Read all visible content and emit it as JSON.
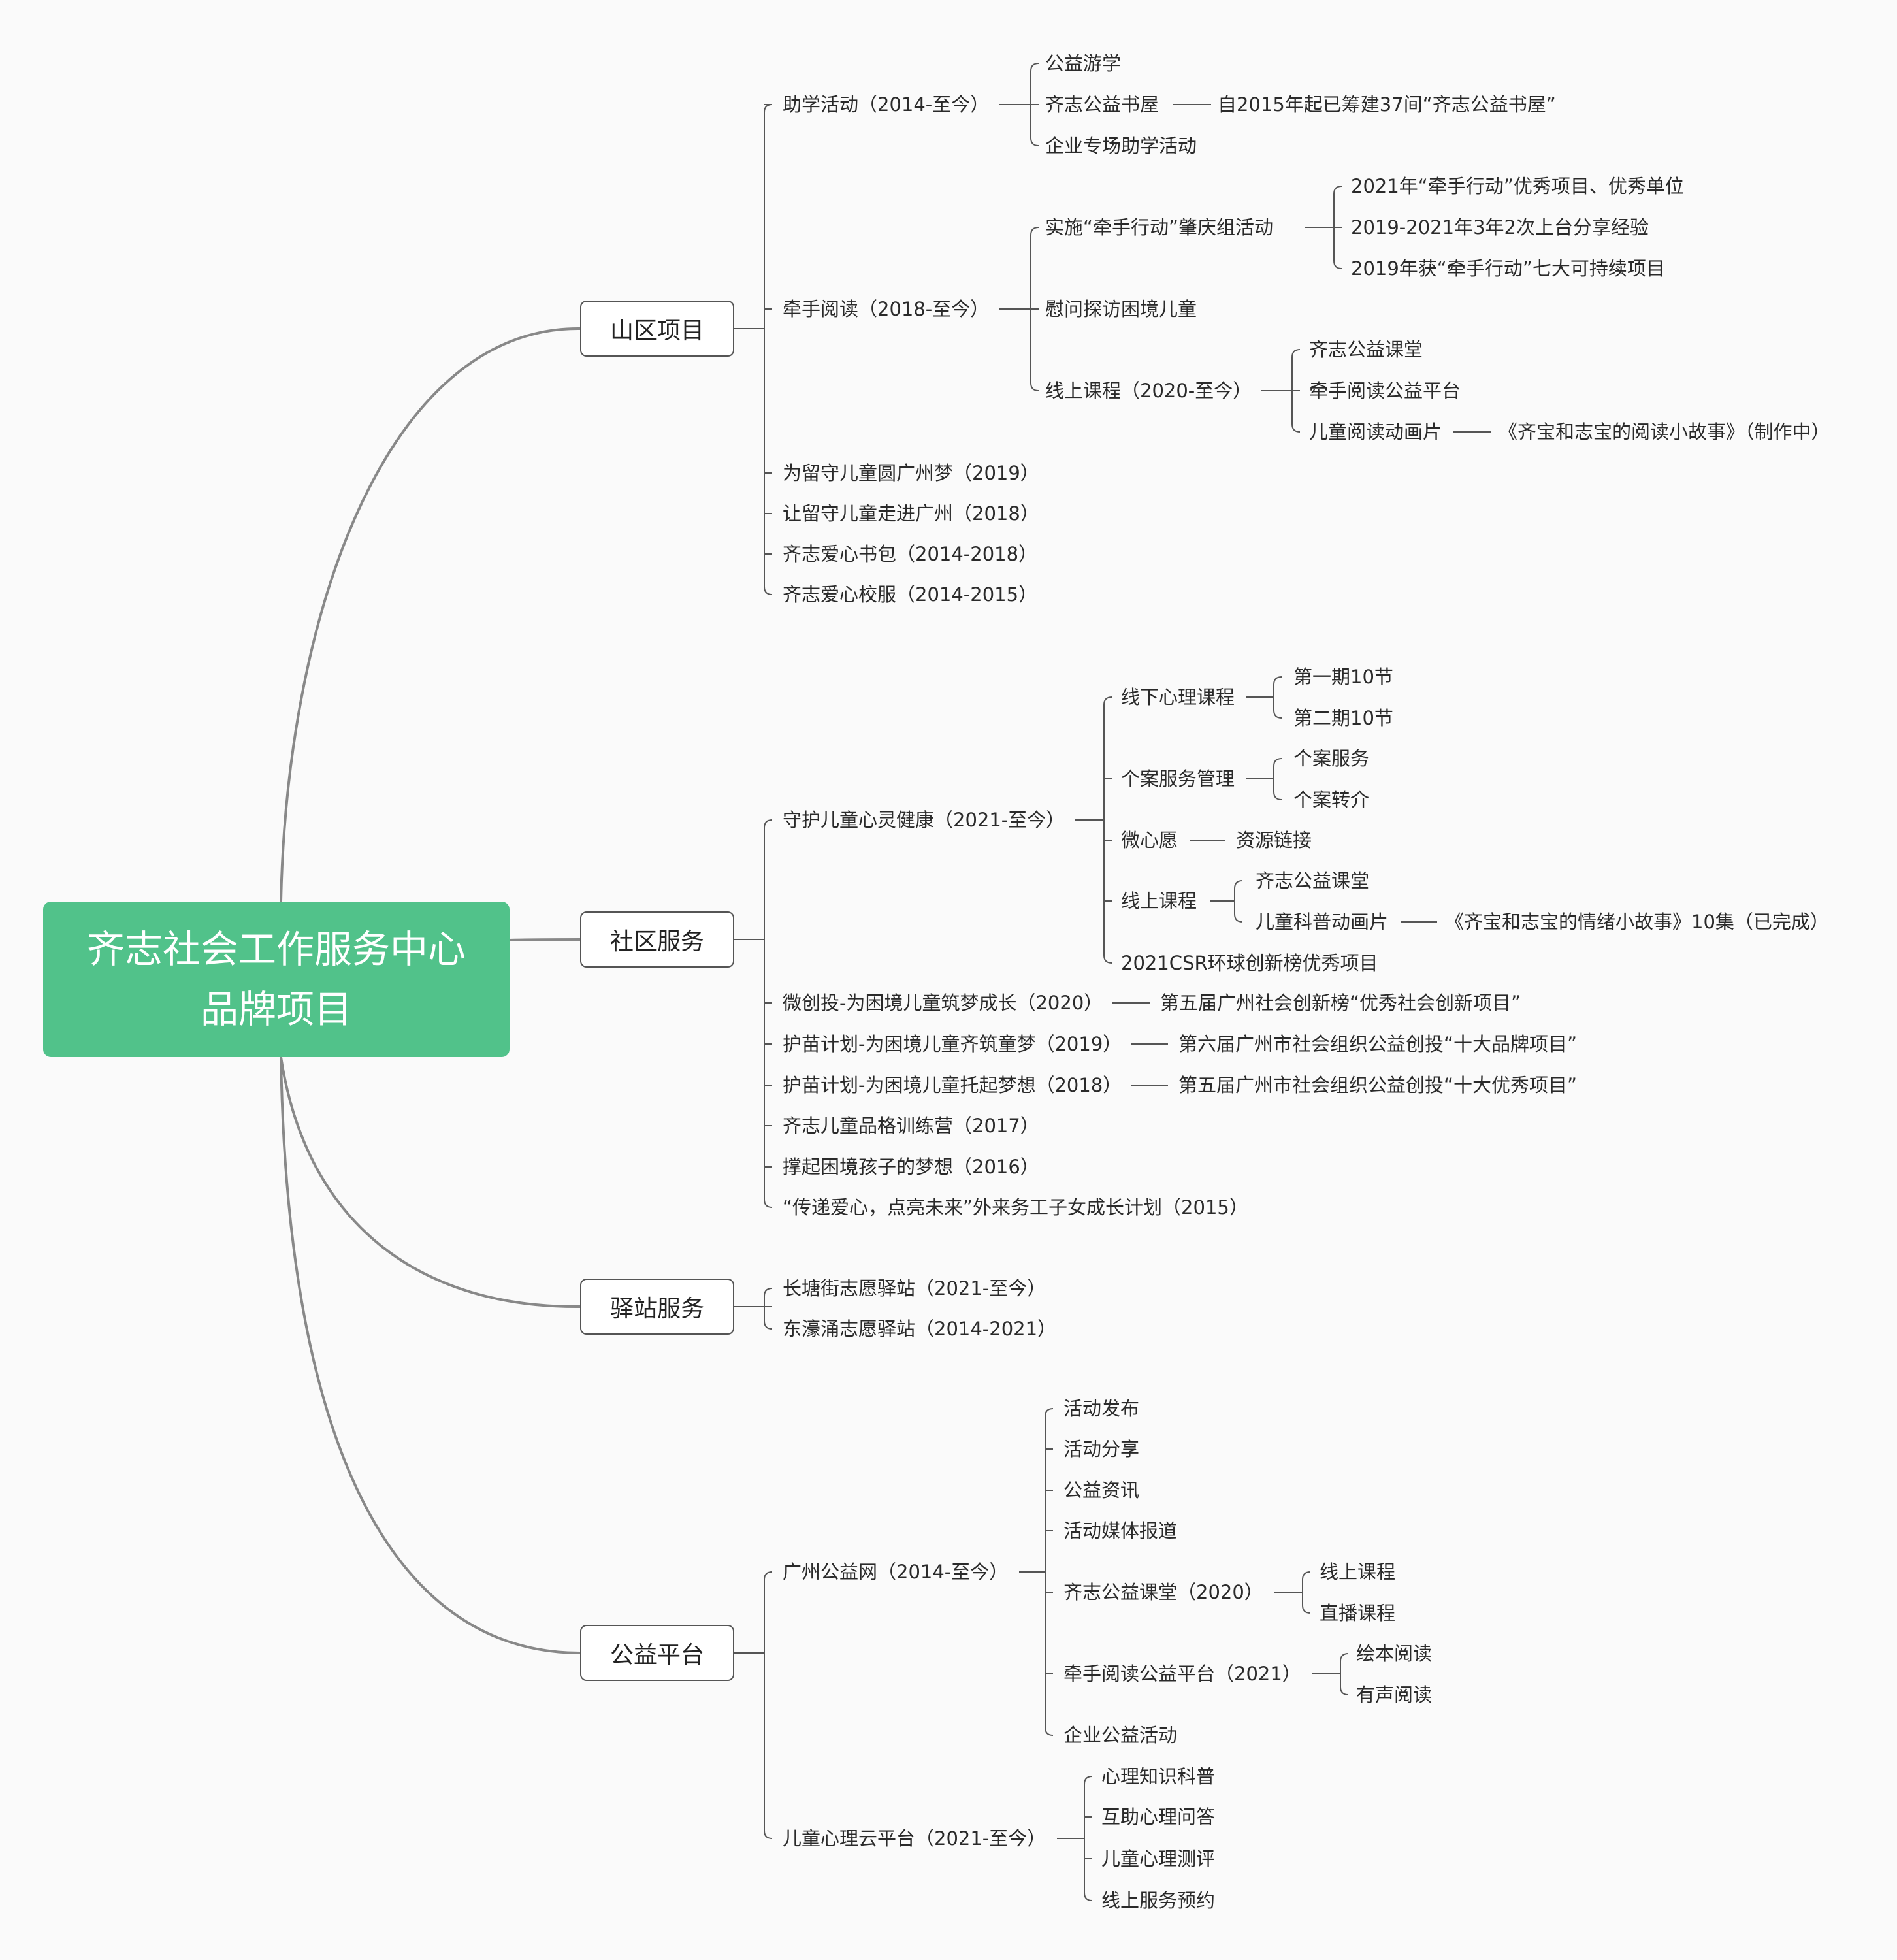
{
  "colors": {
    "root_fill": "#51c28a",
    "line": "#888888",
    "connector": "#555555"
  },
  "root": {
    "line1": "齐志社会工作服务中心",
    "line2": "品牌项目"
  },
  "branches": {
    "shanqu": {
      "label": "山区项目",
      "zhuxue": {
        "label": "助学活动（2014-至今）",
        "youxue": "公益游学",
        "shuwu": "齐志公益书屋",
        "shuwu_note": "自2015年起已筹建37间“齐志公益书屋”",
        "zhuanchang": "企业专场助学活动"
      },
      "qianshou": {
        "label": "牵手阅读（2018-至今）",
        "shishi": {
          "label": "实施“牵手行动”肇庆组活动",
          "a1": "2021年“牵手行动”优秀项目、优秀单位",
          "a2": "2019-2021年3年2次上台分享经验",
          "a3": "2019年获“牵手行动”七大可持续项目"
        },
        "weiwen": "慰问探访困境儿童",
        "xianshang": {
          "label": "线上课程（2020-至今）",
          "ketang": "齐志公益课堂",
          "pingtai": "牵手阅读公益平台",
          "donghua": "儿童阅读动画片",
          "donghua_note": "《齐宝和志宝的阅读小故事》（制作中）"
        }
      },
      "liushou2019": "为留守儿童圆广州梦（2019）",
      "liushou2018": "让留守儿童走进广州（2018）",
      "shubao": "齐志爱心书包（2014-2018）",
      "xiaofu": "齐志爱心校服（2014-2015）"
    },
    "shequ": {
      "label": "社区服务",
      "shouhu": {
        "label": "守护儿童心灵健康（2021-至今）",
        "xianxia": {
          "label": "线下心理课程",
          "p1": "第一期10节",
          "p2": "第二期10节"
        },
        "gean": {
          "label": "个案服务管理",
          "fuwu": "个案服务",
          "zhuanjie": "个案转介"
        },
        "weixinyuan": {
          "label": "微心愿",
          "ziyuan": "资源链接"
        },
        "xianshang": {
          "label": "线上课程",
          "ketang": "齐志公益课堂",
          "kepu": "儿童科普动画片",
          "kepu_note": "《齐宝和志宝的情绪小故事》10集（已完成）"
        },
        "csr": "2021CSR环球创新榜优秀项目"
      },
      "weichuangtou": {
        "label": "微创投-为困境儿童筑梦成长（2020）",
        "note": "第五届广州社会创新榜“优秀社会创新项目”"
      },
      "humiao2019": {
        "label": "护苗计划-为困境儿童齐筑童梦（2019）",
        "note": "第六届广州市社会组织公益创投“十大品牌项目”"
      },
      "humiao2018": {
        "label": "护苗计划-为困境儿童托起梦想（2018）",
        "note": "第五届广州市社会组织公益创投“十大优秀项目”"
      },
      "pinge": "齐志儿童品格训练营（2017）",
      "chengqi": "撑起困境孩子的梦想（2016）",
      "chuandi": "“传递爱心，点亮未来”外来务工子女成长计划（2015）"
    },
    "yizhan": {
      "label": "驿站服务",
      "changtang": "长塘街志愿驿站（2021-至今）",
      "donghao": "东濠涌志愿驿站（2014-2021）"
    },
    "gongyi": {
      "label": "公益平台",
      "gzgyw": {
        "label": "广州公益网（2014-至今）",
        "fabu": "活动发布",
        "fenxiang": "活动分享",
        "zixun": "公益资讯",
        "meiti": "活动媒体报道",
        "ketang": {
          "label": "齐志公益课堂（2020）",
          "xianshang": "线上课程",
          "zhibo": "直播课程"
        },
        "qianshou": {
          "label": "牵手阅读公益平台（2021）",
          "huiben": "绘本阅读",
          "yousheng": "有声阅读"
        },
        "qiye": "企业公益活动"
      },
      "xinliyun": {
        "label": "儿童心理云平台（2021-至今）",
        "kepu": "心理知识科普",
        "wenda": "互助心理问答",
        "ceping": "儿童心理测评",
        "yuyue": "线上服务预约"
      }
    }
  }
}
